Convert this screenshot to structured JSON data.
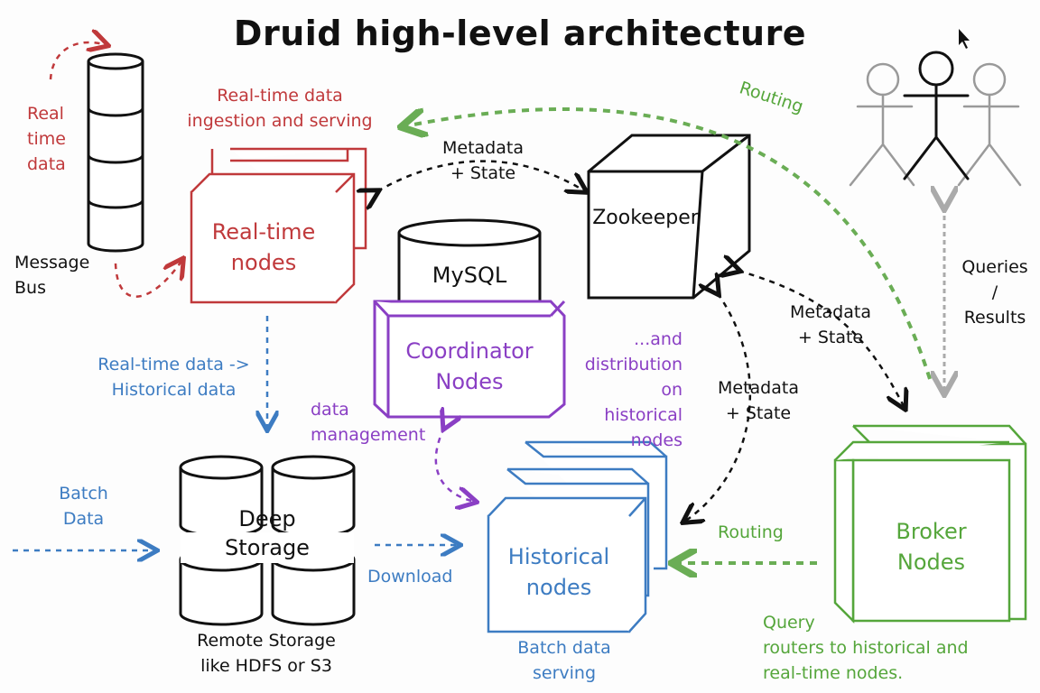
{
  "title": "Druid high-level architecture",
  "nodes": {
    "realtime": {
      "label_line1": "Real-time",
      "label_line2": "nodes",
      "caption_line1": "Real-time data",
      "caption_line2": "ingestion and serving"
    },
    "zookeeper": {
      "label": "Zookeeper"
    },
    "mysql": {
      "label": "MySQL"
    },
    "coordinator": {
      "label_line1": "Coordinator",
      "label_line2": "Nodes"
    },
    "historical": {
      "label_line1": "Historical",
      "label_line2": "nodes",
      "caption_line1": "Batch data",
      "caption_line2": "serving"
    },
    "broker": {
      "label_line1": "Broker",
      "label_line2": "Nodes",
      "caption_line1": "Query",
      "caption_line2": "routers to historical and",
      "caption_line3": "real-time nodes."
    },
    "deep_storage": {
      "label_line1": "Deep",
      "label_line2": "Storage",
      "caption_line1": "Remote Storage",
      "caption_line2": "like HDFS or S3"
    },
    "message_bus": {
      "label_line1": "Message",
      "label_line2": "Bus"
    }
  },
  "labels": {
    "realtime_data": [
      "Real",
      "time",
      "data"
    ],
    "metadata_state_top": [
      "Metadata",
      "+ State"
    ],
    "metadata_state_right": [
      "Metadata",
      "+ State"
    ],
    "metadata_state_mid": [
      "Metadata",
      "+ State"
    ],
    "routing_top": "Routing",
    "routing_bottom": "Routing",
    "queries_results": [
      "Queries",
      "/",
      "Results"
    ],
    "rt_to_hist": [
      "Real-time data ->",
      "Historical data"
    ],
    "data_management": [
      "data",
      "management"
    ],
    "distribution": [
      "...and",
      "distribution",
      "on",
      "historical",
      "nodes"
    ],
    "batch_data": [
      "Batch",
      "Data"
    ],
    "download": "Download"
  },
  "colors": {
    "realtime": "#c0393b",
    "historical": "#3d7cc2",
    "coordinator": "#8a3fc4",
    "broker": "#55a63b",
    "ink": "#111111",
    "users_grey": "#9a9a9a"
  }
}
